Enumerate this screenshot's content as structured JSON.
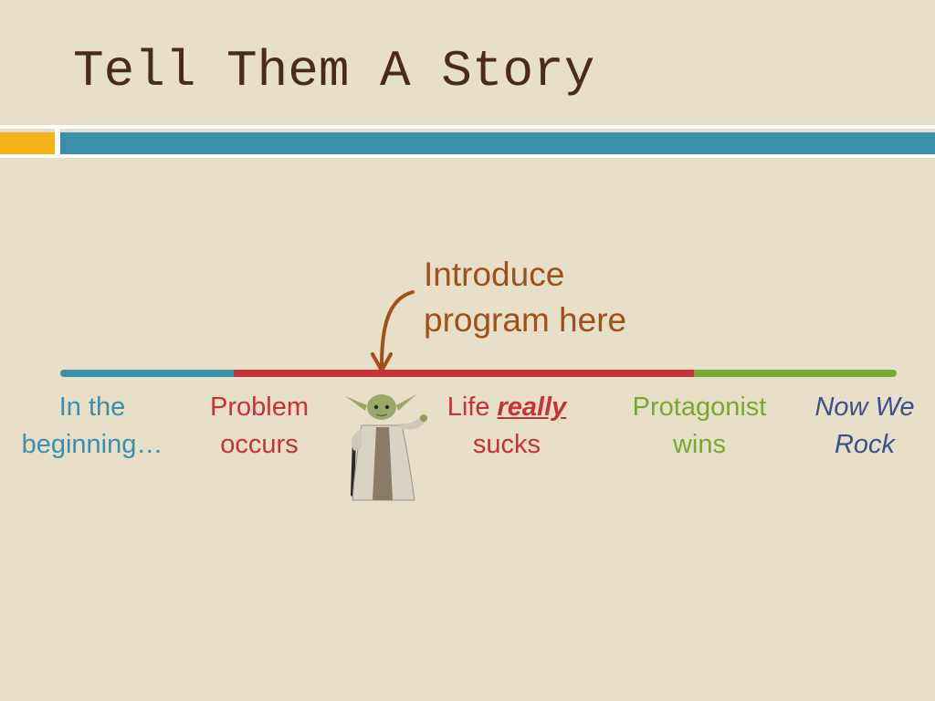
{
  "slide": {
    "title": "Tell Them A Story",
    "annotation": "Introduce\nprogram here"
  },
  "timeline": {
    "labels": {
      "beginning": "In the\nbeginning…",
      "problem_line1": "Problem",
      "problem_line2": "occurs",
      "life_prefix": "Life ",
      "life_emphasis": "really",
      "life_line2": "sucks",
      "protagonist_line1": "Protagonist",
      "protagonist_line2": "wins",
      "rock_line1": "Now We",
      "rock_line2": "Rock"
    }
  },
  "colors": {
    "background": "#e8dfc8",
    "title": "#4a2a1c",
    "teal": "#3a90aa",
    "orange": "#f5b31a",
    "red": "#c9313a",
    "green": "#78a832",
    "navy": "#3d4f8c",
    "annotation": "#a0501a"
  },
  "icons": {
    "figure": "yoda-figure-icon",
    "arrow": "curved-arrow-down-icon"
  }
}
